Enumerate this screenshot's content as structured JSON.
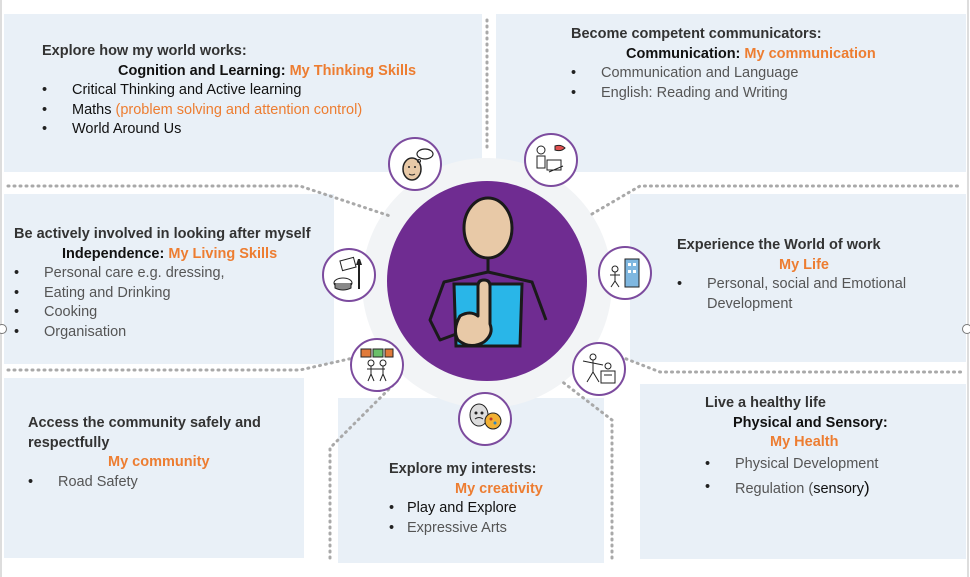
{
  "cognition": {
    "heading": "Explore how my world works:",
    "subtitle_bold": "Cognition and Learning: ",
    "subtitle_orange": "My Thinking Skills",
    "items": [
      "Critical Thinking and Active learning",
      "Maths ",
      "World Around Us"
    ],
    "maths_note": "(problem solving and attention control)"
  },
  "communication": {
    "heading": "Become competent communicators:",
    "subtitle_bold": "Communication: ",
    "subtitle_orange": "My communication",
    "items": [
      "Communication and Language",
      "English: Reading and Writing"
    ]
  },
  "independence": {
    "heading": "Be actively involved in looking after myself",
    "subtitle_bold": "Independence: ",
    "subtitle_orange": "My Living Skills",
    "items": [
      "Personal care e.g. dressing,",
      "Eating and Drinking",
      "Cooking",
      "Organisation"
    ]
  },
  "work": {
    "heading": "Experience the World of work",
    "subtitle_orange": "My Life",
    "items": [
      "Personal, social and Emotional Development"
    ]
  },
  "community": {
    "heading_line1": "Access the community safely and",
    "heading_line2": "respectfully",
    "subtitle_orange": "My community",
    "items": [
      "Road Safety"
    ]
  },
  "interests": {
    "heading": "Explore my interests:",
    "subtitle_orange": "My creativity",
    "items": [
      "Play and Explore",
      "Expressive Arts"
    ]
  },
  "health": {
    "heading": "Live a healthy life",
    "subtitle_bold": "Physical and Sensory:",
    "subtitle_orange": "My Health",
    "items": [
      "Physical Development",
      "Regulation ("
    ],
    "regulation_word": "sensory",
    "regulation_close": ")"
  },
  "colors": {
    "accent_orange": "#ed7d31",
    "purple": "#6f2c91",
    "panel": "#e8eff7",
    "shirt": "#29b6e8",
    "skin": "#e8c9a7"
  },
  "icons": [
    "thinking-face-icon",
    "communication-icon",
    "living-skills-icon",
    "world-of-work-icon",
    "community-icon",
    "creativity-icon",
    "health-icon",
    "person-pointing-icon"
  ]
}
